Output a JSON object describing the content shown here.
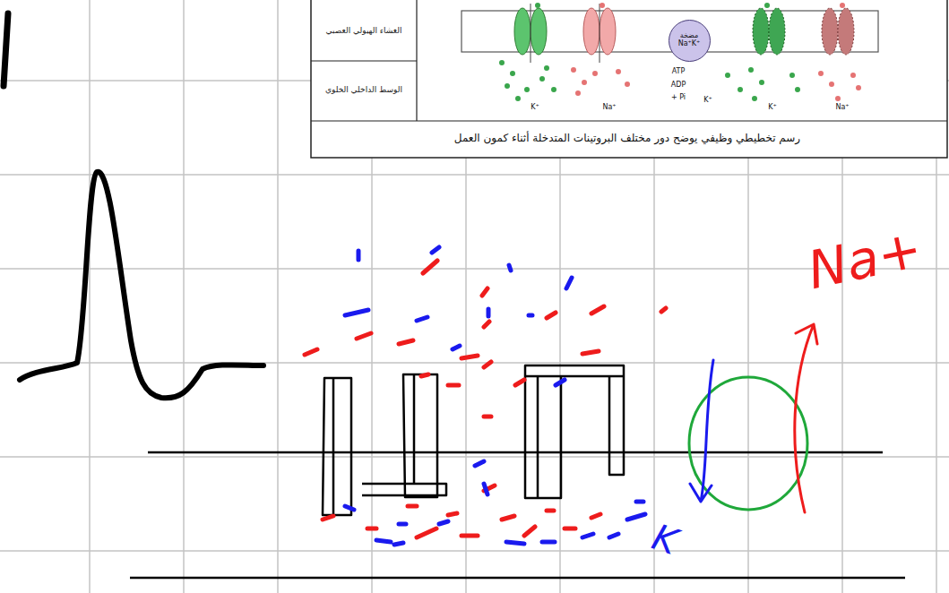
{
  "diagram": {
    "caption": "رسم تخطيطي وظيفي يوضح دور مختلف البروتينات المتدخلة أثناء كمون العمل",
    "nodes": [
      {
        "text": [
          "مضخة Na⁺K⁺"
        ]
      }
    ],
    "labels": [
      "الغشاء الهيولي العصبي",
      "الوسط الداخلي الخلوي",
      "ATP",
      "ADP",
      "+ Pi",
      "K⁺",
      "Na⁺",
      "K⁺",
      "K⁺",
      "Na⁺",
      "Na+",
      "K"
    ]
  }
}
